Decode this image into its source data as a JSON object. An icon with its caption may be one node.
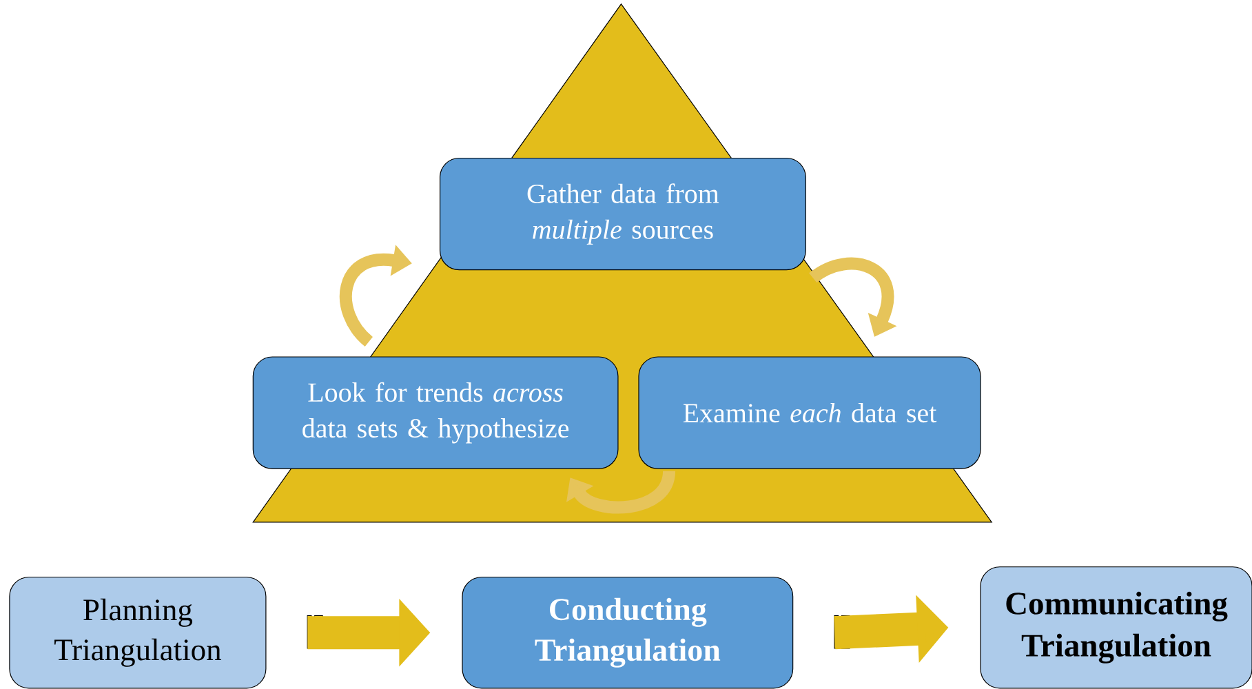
{
  "diagram": {
    "nodes": [
      {
        "text": [
          "Gather data from *multiple* sources"
        ]
      },
      {
        "text": [
          "Look for trends *across* data sets & hypothesize"
        ]
      },
      {
        "text": [
          "Examine *each* data set"
        ]
      },
      {
        "text": [
          "Planning Triangulation"
        ]
      },
      {
        "text": [
          "Conducting Triangulation"
        ]
      },
      {
        "text": [
          "Communicating Triangulation"
        ]
      }
    ],
    "edges": [
      {
        "from": 0,
        "to": 2,
        "arrow": "to"
      },
      {
        "from": 2,
        "to": 1,
        "arrow": "to"
      },
      {
        "from": 1,
        "to": 0,
        "arrow": "to"
      },
      {
        "from": 3,
        "to": 4,
        "arrow": "to",
        "style": "thick"
      },
      {
        "from": 4,
        "to": 5,
        "arrow": "to",
        "style": "thick"
      }
    ]
  }
}
